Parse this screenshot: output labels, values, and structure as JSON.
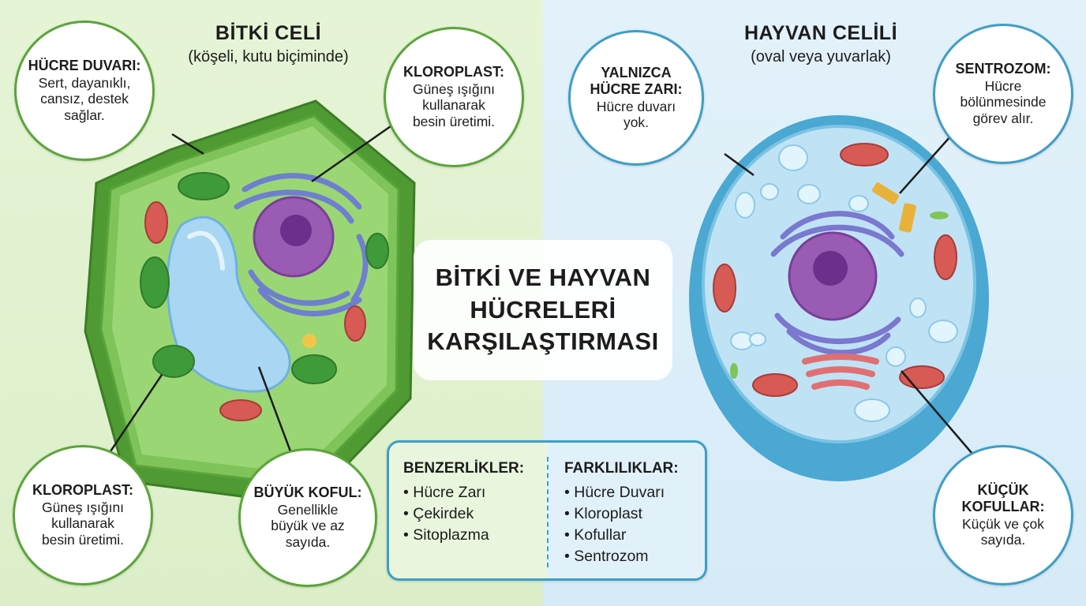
{
  "plant": {
    "title": "BİTKİ CELİ",
    "subtitle": "(köşeli, kutu biçiminde)",
    "callouts": [
      {
        "title": "HÜCRE DUVARI:",
        "lines": [
          "Sert, dayanıklı,",
          "cansız, destek",
          "sağlar."
        ]
      },
      {
        "title": "KLOROPLAST:",
        "lines": [
          "Güneş ışığını",
          "kullanarak",
          "besin üretimi."
        ]
      },
      {
        "title": "KLOROPLAST:",
        "lines": [
          "Güneş ışığını",
          "kullanarak",
          "besin üretimi."
        ]
      },
      {
        "title": "BÜYÜK KOFUL:",
        "lines": [
          "Genellikle",
          "büyük ve az",
          "sayıda."
        ]
      }
    ]
  },
  "animal": {
    "title": "HAYVAN CELİLİ",
    "subtitle": "(oval veya yuvarlak)",
    "callouts": [
      {
        "title": "YALNIZCA\nHÜCRE ZARI:",
        "lines": [
          "Hücre duvarı",
          "yok."
        ]
      },
      {
        "title": "SENTROZOM:",
        "lines": [
          "Hücre",
          "bölünmesinde",
          "görev alır."
        ]
      },
      {
        "title": "KÜÇÜK\nKOFULLAR:",
        "lines": [
          "Küçük ve çok",
          "sayıda."
        ]
      }
    ]
  },
  "center_title": "BİTKİ VE HAYVAN\nHÜCRELERİ\nKARŞILAŞTIRMASI",
  "comparison": {
    "similarities": {
      "title": "BENZERLİKLER:",
      "items": [
        "• Hücre Zarı",
        "• Çekirdek",
        "• Sitoplazma"
      ]
    },
    "differences": {
      "title": "FARKLILIKLAR:",
      "items": [
        "• Hücre Duvarı",
        "• Kloroplast",
        "• Kofullar",
        "• Sentrozom"
      ]
    }
  },
  "colors": {
    "plant_bg": "#e6f4d6",
    "animal_bg": "#e3f1fa",
    "cell_wall": "#5aa53a",
    "cytoplasm_plant": "#8fcf6a",
    "chloroplast": "#3f9a3a",
    "vacuole": "#a9d6f2",
    "nucleus": "#9a5bb5",
    "golgi_er": "#6f7fcf",
    "mitochondria": "#d75a55",
    "animal_membrane": "#4aa8d2",
    "animal_cytoplasm": "#bfe3f5",
    "centrosome": "#e8b23a"
  },
  "icons": [
    "plant-cell-illustration",
    "animal-cell-illustration"
  ]
}
